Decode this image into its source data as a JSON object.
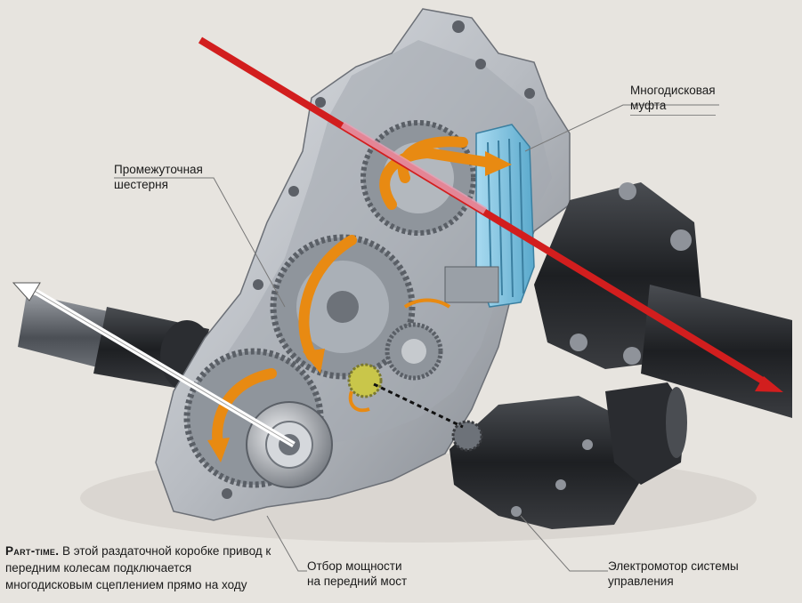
{
  "labels": {
    "clutch": {
      "line1": "Многодисковая",
      "line2": "муфта"
    },
    "idler": {
      "line1": "Промежуточная",
      "line2": "шестерня"
    },
    "pto": {
      "line1": "Отбор мощности",
      "line2": "на передний мост"
    },
    "motor": {
      "line1": "Электромотор системы",
      "line2": "управления"
    }
  },
  "caption": {
    "lead": "Part-time.",
    "text": " В этой раздаточной коробке привод к передним колесам подключается многодисковым сцеплением прямо на ходу"
  },
  "colors": {
    "background": "#e7e4df",
    "housing": "#b9bdc3",
    "gear": "#8f959c",
    "clutch": "#7ec3e0",
    "flow_arrow": "#e88a12",
    "rear_arrow": "#d21e1e",
    "front_arrow": "#ffffff",
    "dark_part": "#2a2c30"
  },
  "icons": [
    "transfer-case-illustration",
    "rear-drive-arrow",
    "front-drive-arrow",
    "rotation-arrow"
  ]
}
